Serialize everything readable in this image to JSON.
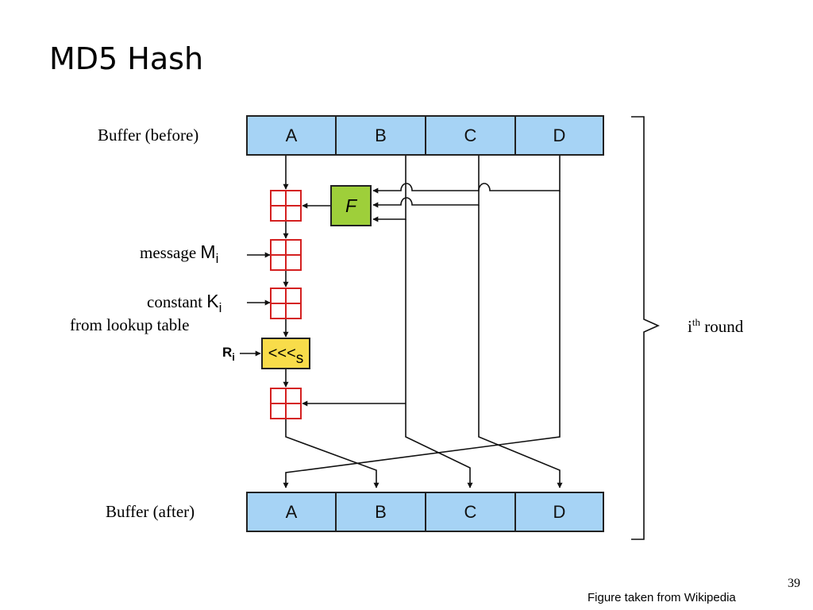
{
  "title": "MD5 Hash",
  "labels": {
    "buffer_before": "Buffer (before)",
    "buffer_after": "Buffer (after)",
    "message": "message",
    "constant": "constant",
    "lookup": "from lookup table",
    "round_base": "i",
    "round_sup": "th",
    "round_word": "round"
  },
  "buffers": {
    "before": [
      "A",
      "B",
      "C",
      "D"
    ],
    "after": [
      "A",
      "B",
      "C",
      "D"
    ]
  },
  "symbols": {
    "f": "F",
    "m_base": "M",
    "m_sub": "i",
    "k_base": "K",
    "k_sub": "i",
    "r_base": "R",
    "r_sub": "i",
    "shift_base": "<<<",
    "shift_sub": "s"
  },
  "colors": {
    "buffer_fill": "#a6d3f5",
    "f_fill": "#9ecf3a",
    "shift_fill": "#f8dc4a",
    "adder_stroke": "#d42020"
  },
  "page_number": "39",
  "credit": "Figure taken from Wikipedia"
}
